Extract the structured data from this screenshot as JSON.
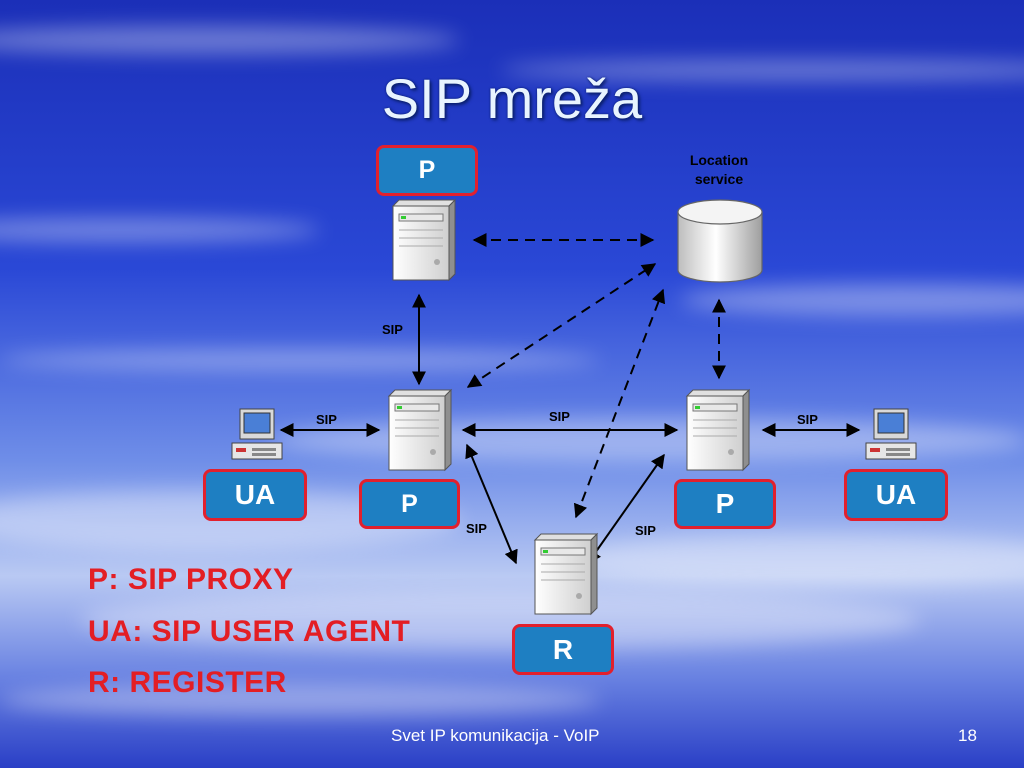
{
  "slide": {
    "title": "SIP mreža",
    "footer": "Svet IP komunikacija - VoIP",
    "page_number": "18"
  },
  "diagram": {
    "location_service": [
      "Location",
      "service"
    ],
    "node_labels": {
      "top_proxy": "P",
      "left_proxy": "P",
      "right_proxy": "P",
      "left_ua": "UA",
      "right_ua": "UA",
      "register": "R"
    },
    "link_labels": {
      "top_vertical": "SIP",
      "left_horizontal": "SIP",
      "middle_horizontal": "SIP",
      "right_horizontal": "SIP",
      "left_diagonal": "SIP",
      "right_diagonal": "SIP"
    },
    "colors": {
      "label_fill": "#1e7fc2",
      "label_border": "#e2202d",
      "legend_text": "#e31e24"
    }
  },
  "legend": [
    "P: SIP PROXY",
    "UA: SIP USER AGENT",
    "R: REGISTER"
  ]
}
